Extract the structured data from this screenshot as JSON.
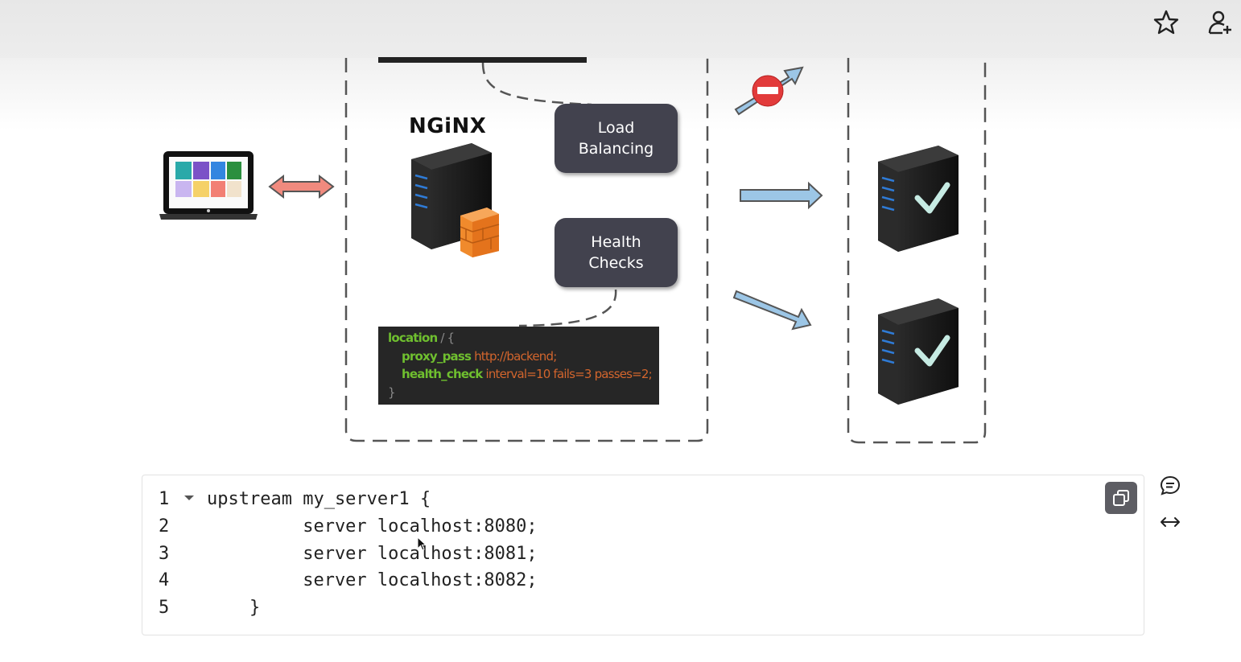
{
  "toolbar": {
    "favorite_icon": "star-outline-icon",
    "add_user_icon": "person-add-icon"
  },
  "diagram": {
    "logo_text": "NGiNX",
    "load_balancing_label": "Load\nBalancing",
    "health_checks_label": "Health\nChecks",
    "config_lines": [
      {
        "kw": "location",
        "rest": " / {"
      },
      {
        "kw": "proxy_pass",
        "rest": " http://backend;"
      },
      {
        "kw": "health_check",
        "rest": " interval=10 fails=3 passes=2;"
      },
      {
        "kw": "",
        "rest": "}"
      }
    ],
    "colors": {
      "box_bg": "#42424e",
      "arrow_blue": "#9cc6e6",
      "arrow_pink": "#f08a7e",
      "keyword_green": "#6fbf2f",
      "value_orange": "#d2652d",
      "firewall_orange": "#f08a2c",
      "check_mint": "#c6ebe3"
    }
  },
  "code": {
    "lines": [
      {
        "num": "1",
        "text": "upstream my_server1 {"
      },
      {
        "num": "2",
        "text": "         server localhost:8080;"
      },
      {
        "num": "3",
        "text": "         server localhost:8081;"
      },
      {
        "num": "4",
        "text": "         server localhost:8082;"
      },
      {
        "num": "5",
        "text": "    }"
      }
    ],
    "copy_icon": "copy-icon"
  },
  "side_actions": {
    "comment_icon": "comment-icon",
    "wrap_icon": "expand-horizontal-icon"
  }
}
